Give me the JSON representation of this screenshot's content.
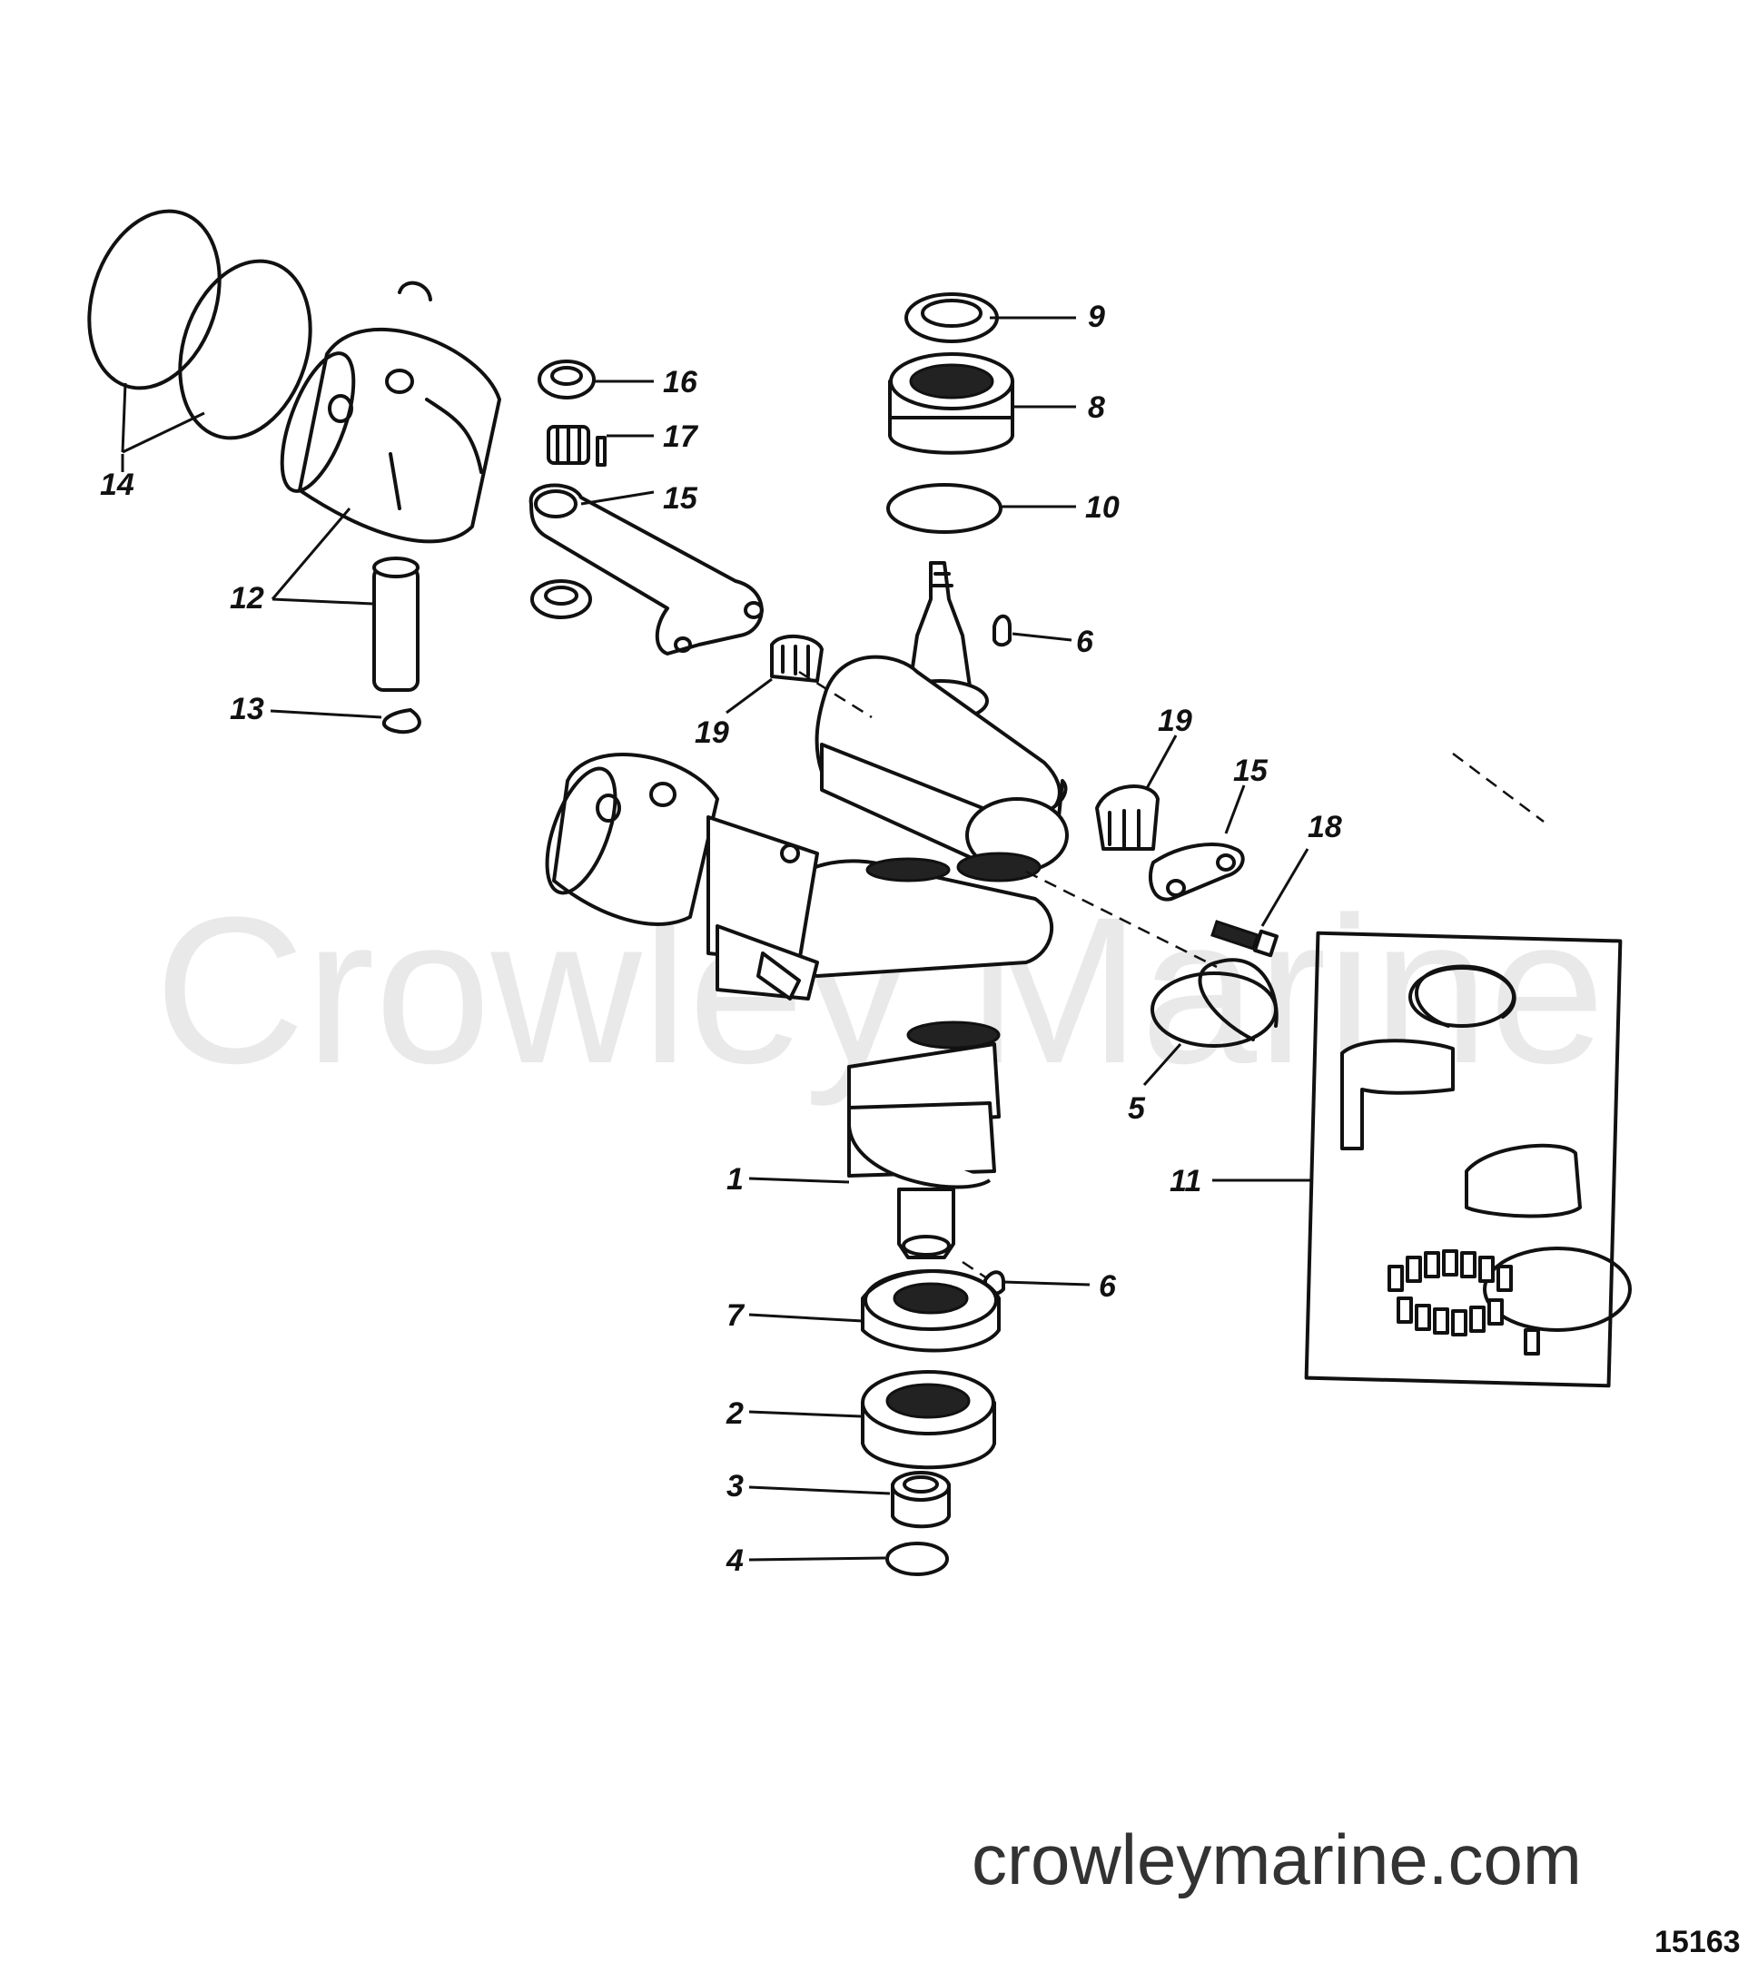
{
  "watermark_text": "Crowley Marine",
  "website": "crowleymarine.com",
  "figure_number": "15163",
  "callouts": {
    "c1": "1",
    "c2": "2",
    "c3": "3",
    "c4": "4",
    "c5": "5",
    "c6a": "6",
    "c6b": "6",
    "c7": "7",
    "c8": "8",
    "c9": "9",
    "c10": "10",
    "c11": "11",
    "c12": "12",
    "c13": "13",
    "c14": "14",
    "c15a": "15",
    "c15b": "15",
    "c16": "16",
    "c17": "17",
    "c18": "18",
    "c19a": "19",
    "c19b": "19"
  }
}
